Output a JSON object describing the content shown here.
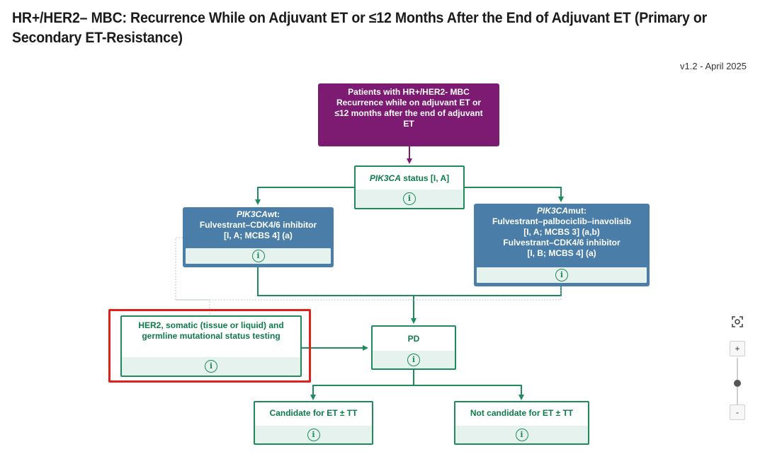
{
  "page": {
    "title": "HR+/HER2– MBC: Recurrence While on Adjuvant ET or ≤12 Months After the End of Adjuvant ET (Primary or Secondary ET-Resistance)",
    "version": "v1.2 - April 2025"
  },
  "nodes": {
    "patients": {
      "lines": [
        "Patients with HR+/HER2- MBC",
        "Recurrence while on adjuvant ET or",
        "≤12 months after the end of adjuvant",
        "ET"
      ]
    },
    "pik3ca_status": {
      "gene": "PIK3CA",
      "rest": " status [I, A]"
    },
    "pik3ca_wt": {
      "gene": "PIK3CA",
      "suffix": "wt:",
      "lines": [
        "Fulvestrant–CDK4/6 inhibitor",
        "[I, A; MCBS 4] (a)"
      ]
    },
    "pik3ca_mut": {
      "gene": "PIK3CA",
      "suffix": "mut:",
      "lines": [
        "Fulvestrant–palbociclib–inavolisib",
        "[I, A; MCBS 3] (a,b)",
        "Fulvestrant–CDK4/6 inhibitor",
        "[I, B; MCBS 4] (a)"
      ]
    },
    "her2_testing": {
      "lines": [
        "HER2, somatic (tissue or liquid) and",
        "germline mutational status testing"
      ]
    },
    "pd": {
      "label": "PD"
    },
    "candidate": {
      "label": "Candidate for ET ± TT"
    },
    "not_candidate": {
      "label": "Not candidate for ET ± TT"
    }
  },
  "icons": {
    "info": "info-icon",
    "info_glyph": "i",
    "reset": "focus-reset-icon"
  },
  "zoom": {
    "in_label": "+",
    "out_label": "-",
    "level": 0.45
  },
  "colors": {
    "purple": "#7d1a72",
    "blue": "#4a7ea8",
    "green": "#1f8a5c",
    "info_fill": "#e6f2ed",
    "highlight": "#e0201b"
  }
}
